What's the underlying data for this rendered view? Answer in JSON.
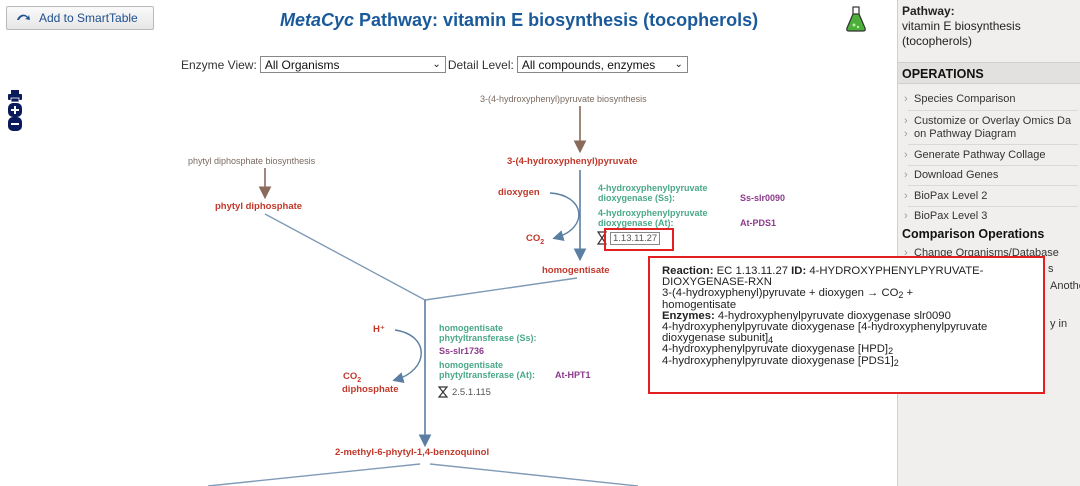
{
  "toolbar": {
    "smarttable_label": "Add to SmartTable"
  },
  "title": {
    "brand": "MetaCyc",
    "rest": " Pathway: vitamin E biosynthesis (tocopherols)"
  },
  "controls": {
    "enzyme_view_label": "Enzyme View:",
    "enzyme_view_value": "All Organisms",
    "detail_level_label": "Detail Level:",
    "detail_level_value": "All compounds, enzymes"
  },
  "pathway": {
    "upstream_1": "3-(4-hydroxyphenyl)pyruvate biosynthesis",
    "compound_hpp": "3-(4-hydroxyphenyl)pyruvate",
    "upstream_2": "phytyl diphosphate biosynthesis",
    "compound_pdp": "phytyl diphosphate",
    "dioxygen": "dioxygen",
    "co2_a": "CO",
    "enzyme1_ss_line1": "4-hydroxyphenylpyruvate",
    "enzyme1_ss_line2": "dioxygenase (Ss):",
    "gene1_ss": "Ss-slr0090",
    "enzyme1_at_line1": "4-hydroxyphenylpyruvate",
    "enzyme1_at_line2": "dioxygenase (At):",
    "gene1_at": "At-PDS1",
    "ec1": "1.13.11.27",
    "compound_hga": "homogentisate",
    "h_plus": "H⁺",
    "co2_b": "CO",
    "diphosphate": "diphosphate",
    "enzyme2_ss_line1": "homogentisate",
    "enzyme2_ss_line2": "phytyltransferase (Ss):",
    "gene2_ss": "Ss-slr1736",
    "enzyme2_at_line1": "homogentisate",
    "enzyme2_at_line2": "phytyltransferase (At):",
    "gene2_at": "At-HPT1",
    "ec2": "2.5.1.115",
    "compound_mpbq": "2-methyl-6-phytyl-1,4-benzoquinol"
  },
  "tooltip": {
    "reaction_label": "Reaction:",
    "reaction_line1": " EC 1.13.11.27 ",
    "id_label": "ID:",
    "id_value": " 4-HYDROXYPHENYLPYRUVATE-",
    "id_value2": "DIOXYGENASE-RXN",
    "equation_1": "3-(4-hydroxyphenyl)pyruvate + dioxygen → CO",
    "equation_2": " +",
    "equation_3": "homogentisate",
    "enzymes_label": "Enzymes:",
    "enzyme_1": " 4-hydroxyphenylpyruvate dioxygenase slr0090",
    "enzyme_2a": "4-hydroxyphenylpyruvate dioxygenase [4-hydroxyphenylpyruvate",
    "enzyme_2b": "dioxygenase subunit]",
    "enzyme_2sub": "4",
    "enzyme_3": "4-hydroxyphenylpyruvate dioxygenase [HPD]",
    "enzyme_3sub": "2",
    "enzyme_4": "4-hydroxyphenylpyruvate dioxygenase [PDS1]",
    "enzyme_4sub": "2"
  },
  "sidebar": {
    "pathway_label": "Pathway:",
    "pathway_name_1": "vitamin E biosynthesis",
    "pathway_name_2": "(tocopherols)",
    "operations_heading": "OPERATIONS",
    "items": [
      "Species Comparison",
      "Customize or Overlay Omics Da",
      "on Pathway Diagram",
      "Generate Pathway Collage",
      "Download Genes",
      "BioPax Level 2",
      "BioPax Level 3"
    ],
    "comparison_heading": "Comparison Operations",
    "comparison_items": [
      "Change Organisms/Database",
      "s",
      "Anothe",
      "y in"
    ]
  },
  "colors": {
    "accent": "#1a5a9a",
    "compound": "#c0392b",
    "enzyme": "#4aa88a",
    "gene": "#8b3a8b",
    "highlight": "#e32020"
  }
}
